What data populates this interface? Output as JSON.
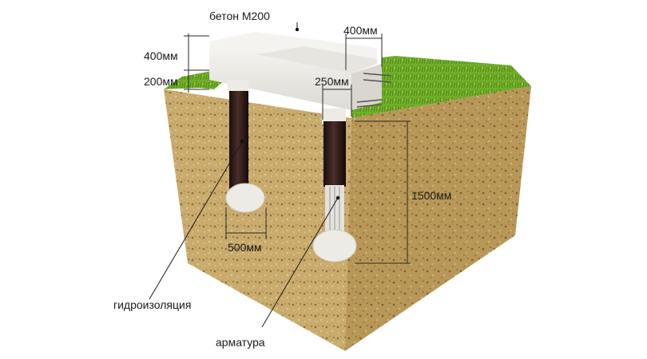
{
  "labels": {
    "concrete": "бетон М200",
    "beam_height": "400мм",
    "beam_width": "400мм",
    "above_ground": "200мм",
    "pile_diameter": "250мм",
    "depth": "1500мм",
    "base_diameter": "500мм",
    "waterproofing": "гидроизоляция",
    "rebar": "арматура"
  },
  "colors": {
    "soil": "#c9ab6e",
    "soil_dark": "#a3844a",
    "grass": "#6fae2a",
    "concrete": "#ecebe6",
    "waterproofing": "#2b1b16"
  }
}
